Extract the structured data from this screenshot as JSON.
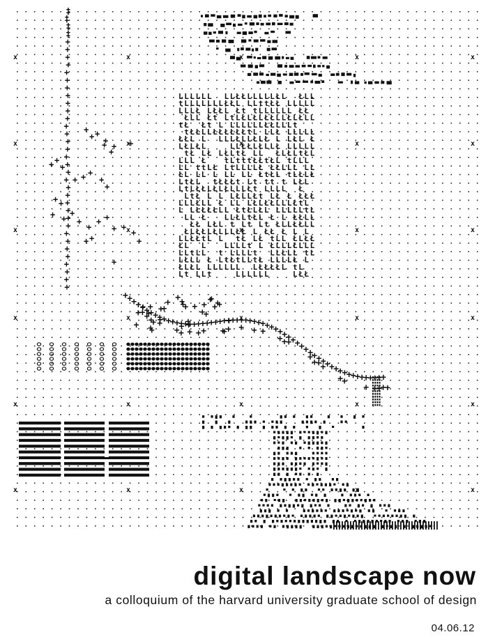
{
  "poster": {
    "title": "digital landscape now",
    "subtitle": "a colloquium of the harvard university graduate school of design",
    "date": "04.06.12"
  },
  "colors": {
    "ink": "#111111",
    "background": "#ffffff"
  }
}
